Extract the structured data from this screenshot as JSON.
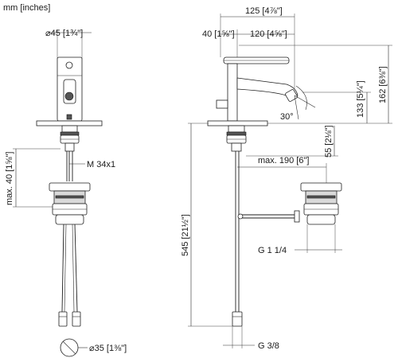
{
  "header": {
    "units_note": "mm [inches]"
  },
  "front_view": {
    "top_diameter": "⌀45 [1¾\"]",
    "thread": "M 34x1",
    "max_height": "max. 40 [1⅝\"]",
    "bottom_diameter": "⌀35 [1⅜\"]"
  },
  "side_view": {
    "overall_width": "125 [4⅞\"]",
    "lever_offset": "40 [1⅝\"]",
    "spout_reach": "120 [4⅝\"]",
    "overall_height": "162 [6⅜\"]",
    "spout_height": "133 [5¼\"]",
    "spout_angle": "30°",
    "below_deck": "55 [2⅛\"]",
    "max_reach": "max. 190 [6\"]",
    "drain_thread": "G 1 1/4",
    "total_length": "545 [21½\"]",
    "hose_thread": "G 3/8"
  },
  "colors": {
    "line": "#1f1f1f",
    "fill_gray": "#d9d9d9",
    "fill_dark": "#555555"
  }
}
